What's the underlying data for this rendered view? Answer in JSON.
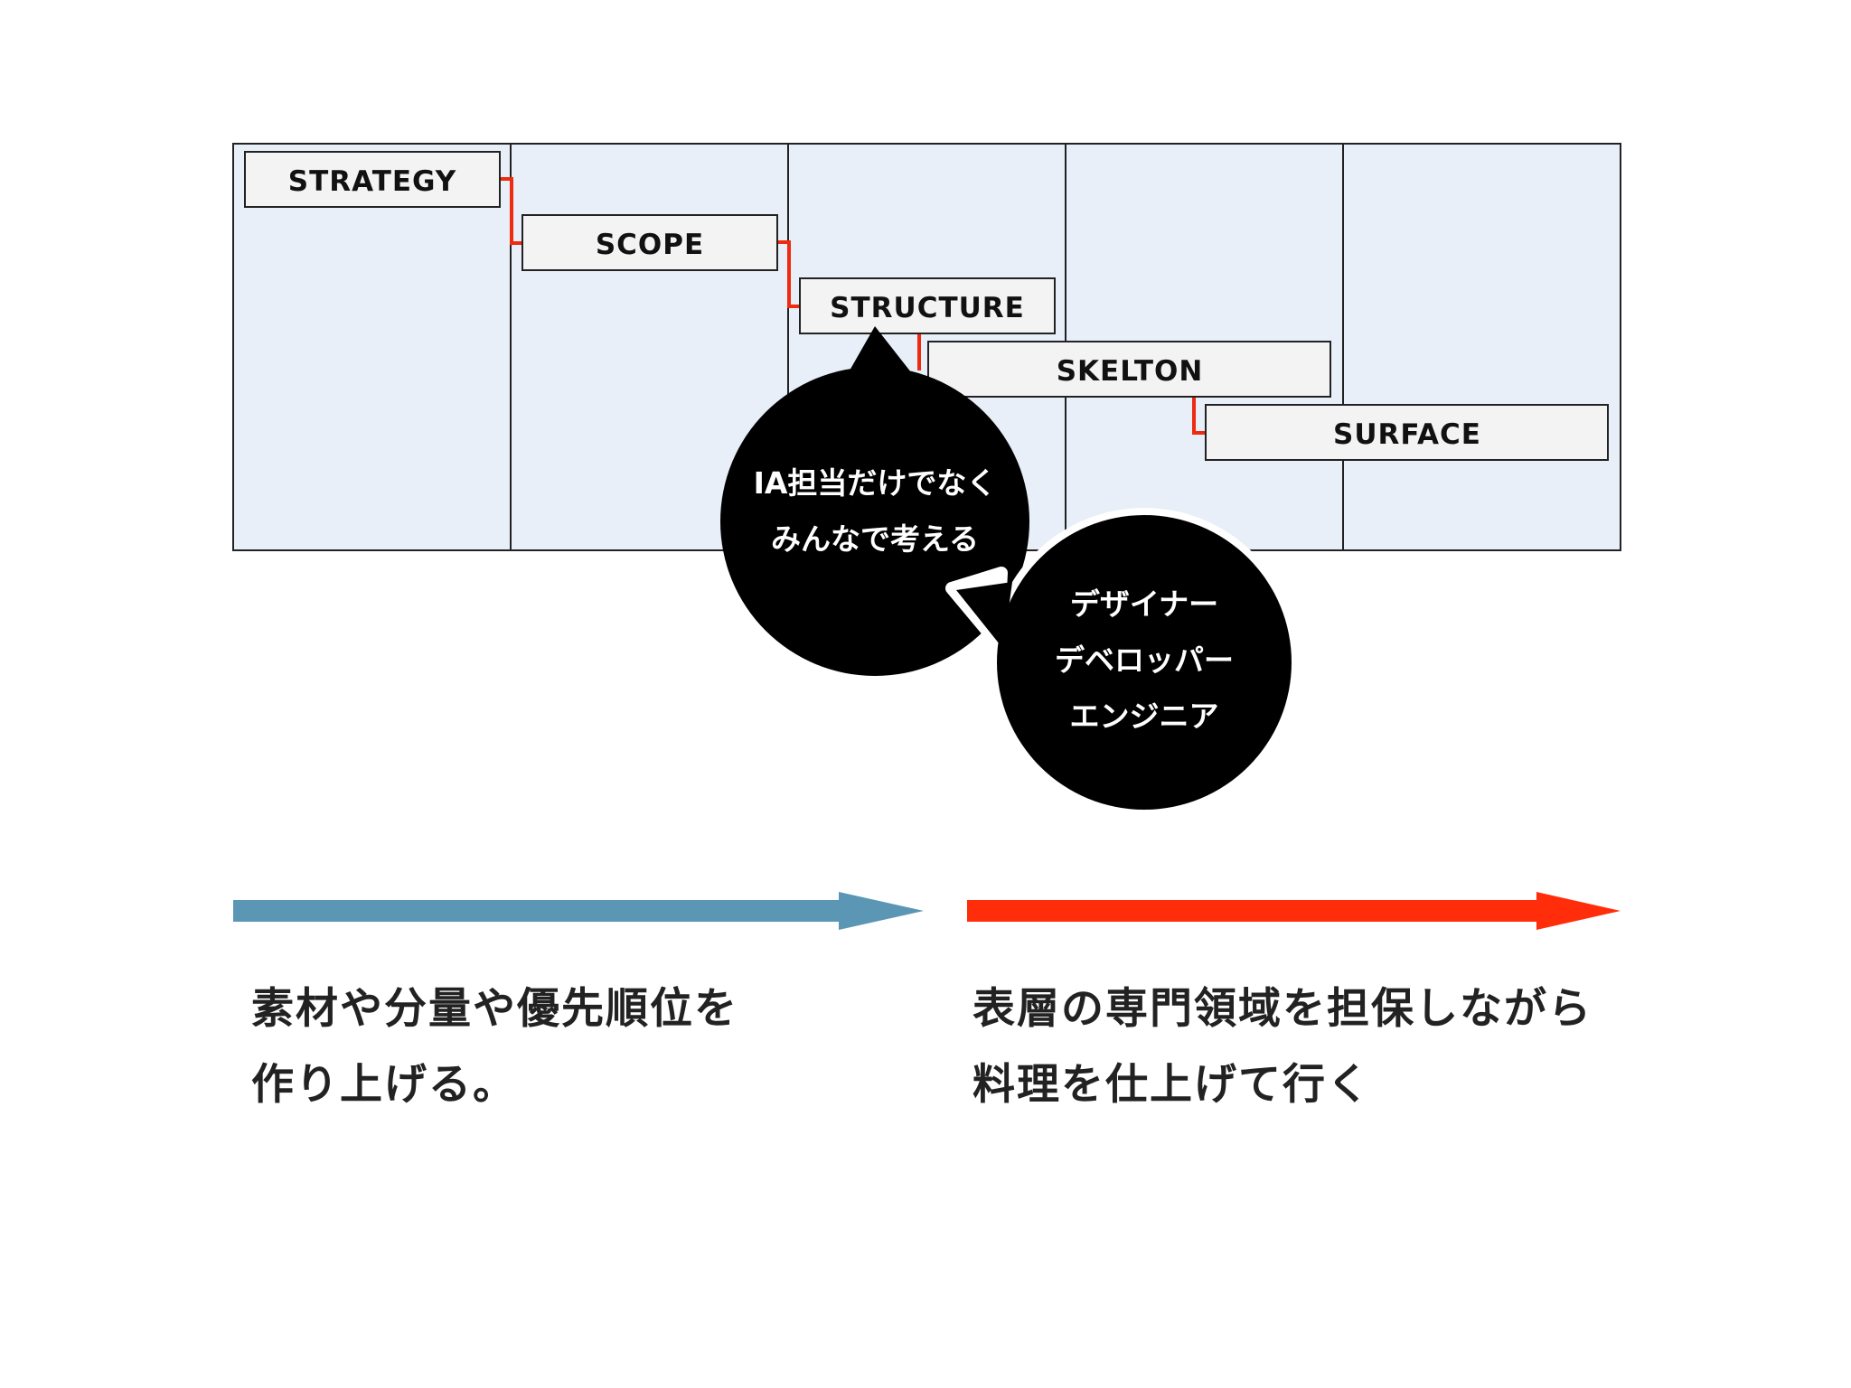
{
  "stages": [
    "STRATEGY",
    "SCOPE",
    "STRUCTURE",
    "SKELTON",
    "SURFACE"
  ],
  "bubble_left": {
    "lines": [
      "IA担当だけでなく",
      "みんなで考える"
    ]
  },
  "bubble_right": {
    "lines": [
      "デザイナー",
      "デベロッパー",
      "エンジニア"
    ]
  },
  "caption_left": {
    "line1": "素材や分量や優先順位を",
    "line2": "作り上げる。"
  },
  "caption_right": {
    "line1": "表層の専門領域を担保しながら",
    "line2": "料理を仕上げて行く"
  },
  "colors": {
    "column_fill": "#e8eff8",
    "box_fill": "#f3f3f3",
    "connector": "#ee2a0f",
    "arrow_left": "#5b96b5",
    "arrow_right": "#ff2d0a",
    "bubble": "#000000"
  }
}
